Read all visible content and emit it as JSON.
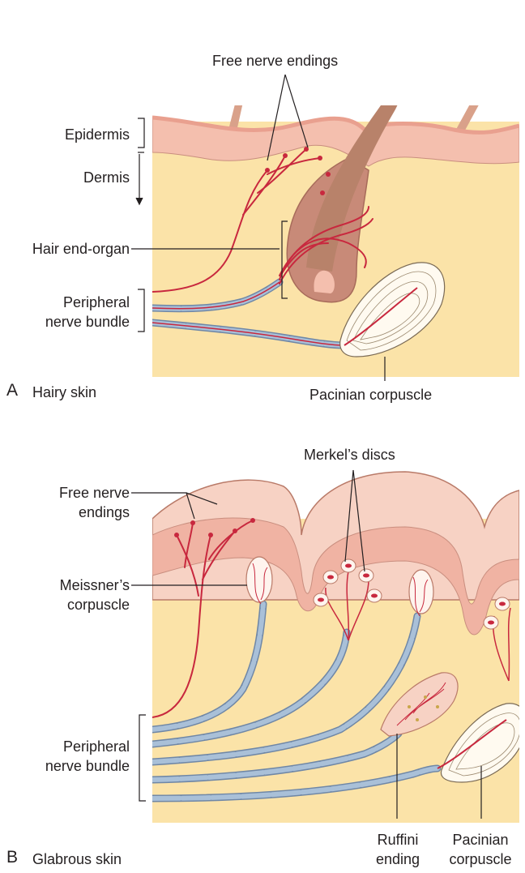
{
  "panel_a": {
    "letter": "A",
    "title": "Hairy skin",
    "labels": {
      "free_nerve_endings": "Free nerve endings",
      "epidermis": "Epidermis",
      "dermis": "Dermis",
      "hair_end_organ": "Hair end-organ",
      "peripheral_nerve_bundle_1": "Peripheral",
      "peripheral_nerve_bundle_2": "nerve bundle",
      "pacinian_corpuscle": "Pacinian corpuscle"
    }
  },
  "panel_b": {
    "letter": "B",
    "title": "Glabrous skin",
    "labels": {
      "merkels_discs": "Merkel’s discs",
      "free_nerve_endings_1": "Free nerve",
      "free_nerve_endings_2": "endings",
      "meissners_corpuscle_1": "Meissner’s",
      "meissners_corpuscle_2": "corpuscle",
      "peripheral_nerve_bundle_1": "Peripheral",
      "peripheral_nerve_bundle_2": "nerve bundle",
      "ruffini_ending_1": "Ruffini",
      "ruffini_ending_2": "ending",
      "pacinian_corpuscle_1": "Pacinian",
      "pacinian_corpuscle_2": "corpuscle"
    }
  },
  "colors": {
    "dermis": "#fbe3a8",
    "epidermis": "#f4bfae",
    "epidermis_dark": "#e9a08f",
    "nerve": "#c8283e",
    "axon_sheath": "#9fb6cf",
    "hair": "#b8826a"
  }
}
